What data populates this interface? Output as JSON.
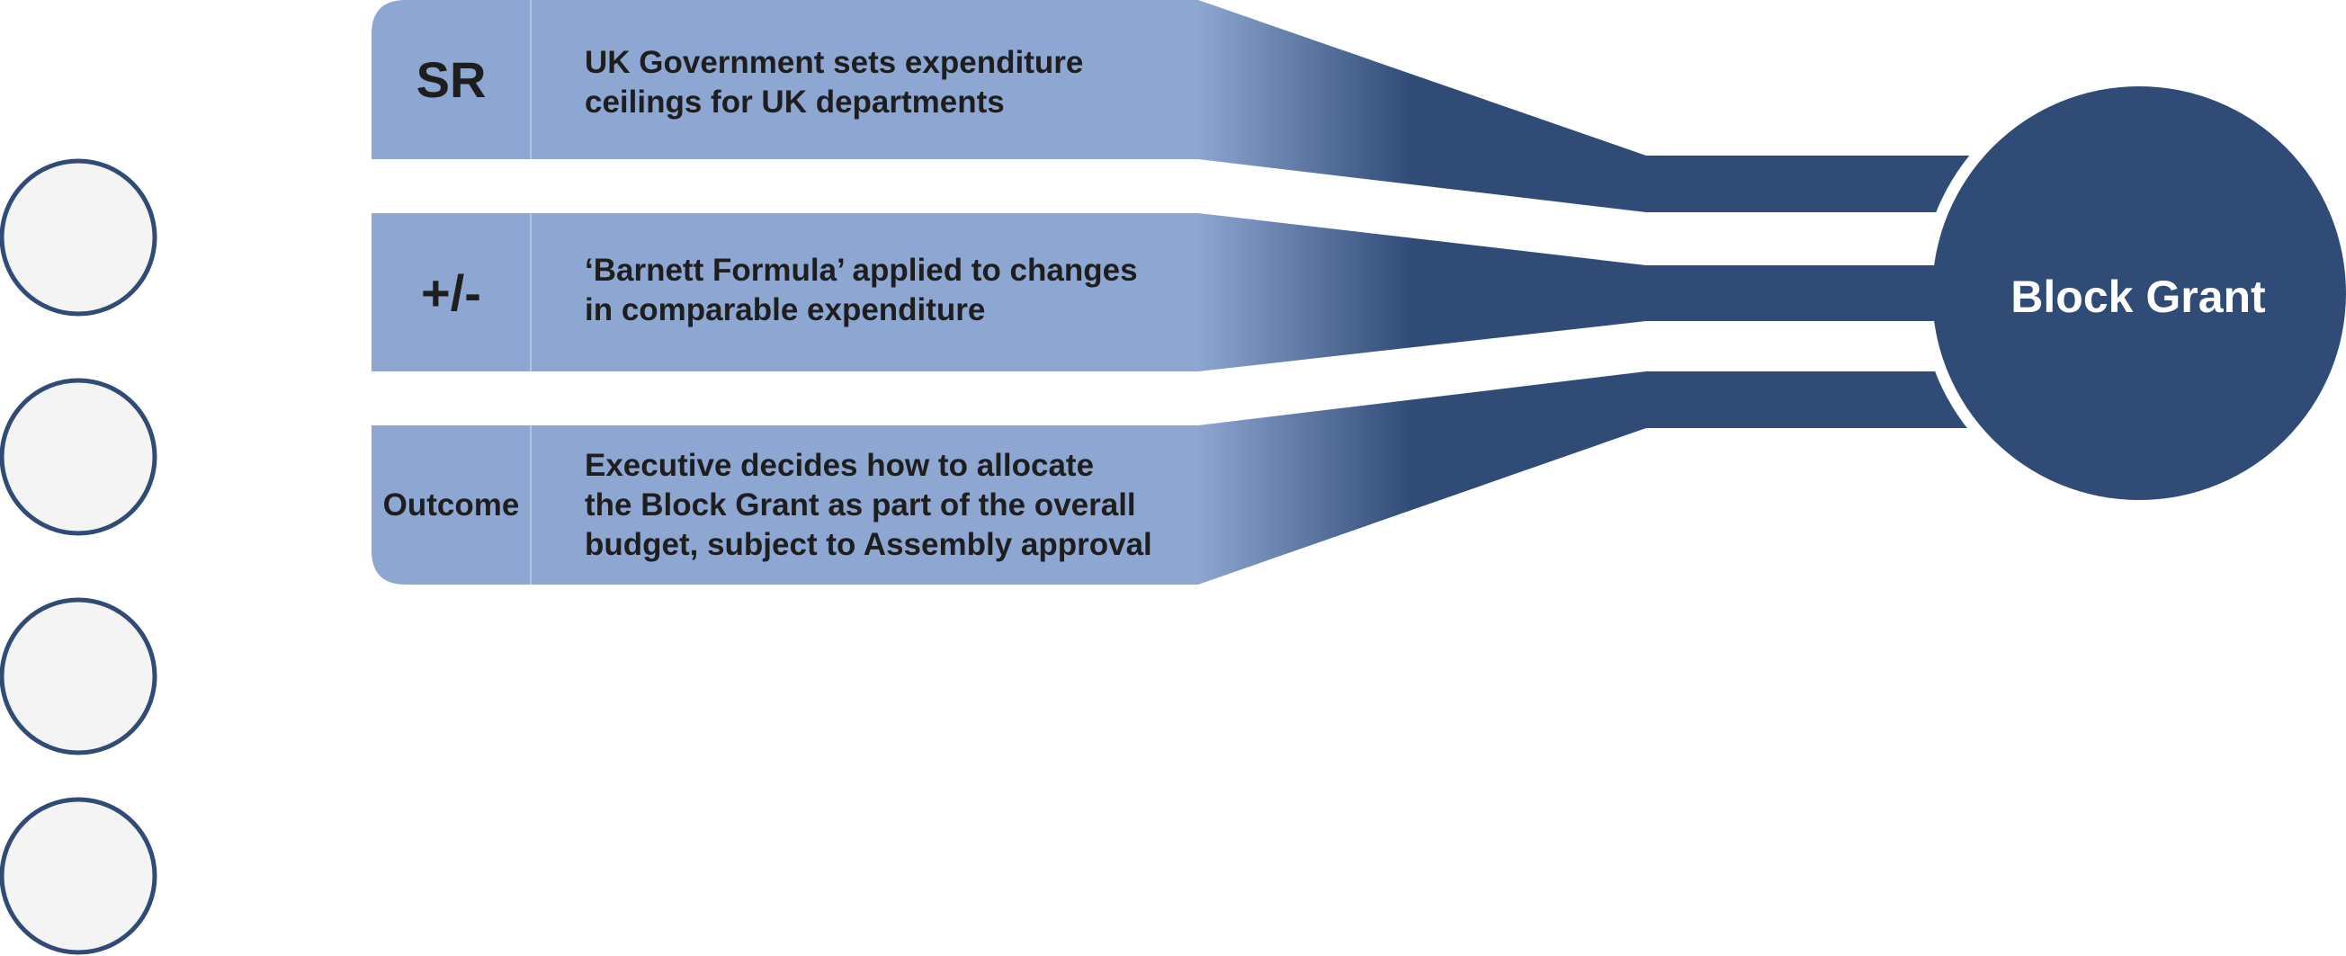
{
  "stages": [
    {
      "key": "SR",
      "lines": [
        "UK Government sets expenditure",
        "ceilings for UK departments"
      ]
    },
    {
      "key": "+/-",
      "lines": [
        "‘Barnett Formula’ applied to changes",
        "in comparable expenditure"
      ]
    },
    {
      "key": "Outcome",
      "lines": [
        "Executive decides how to allocate",
        "the Block Grant as part of the overall",
        "budget, subject to Assembly approval"
      ]
    }
  ],
  "block_grant": {
    "label": "Block Grant"
  },
  "colors": {
    "light_blue": "#8ea7d2",
    "dark_blue": "#2f4b76",
    "circle_fill": "#f4f4f4",
    "circle_stroke": "#2f4b76",
    "text": "#1e1e1e"
  }
}
